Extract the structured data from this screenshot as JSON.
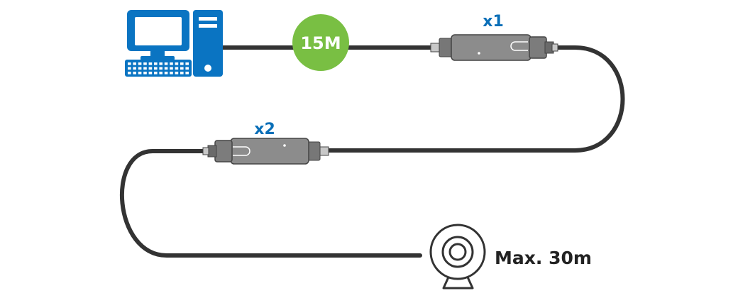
{
  "colors": {
    "icon_blue": "#0a74c2",
    "label_blue": "#0a6fb8",
    "badge_green": "#79bf43",
    "cable": "#333333",
    "extender_body": "#8c8c8c",
    "text_dark": "#222222"
  },
  "icons": {
    "computer": "desktop-computer-icon",
    "camera": "webcam-icon"
  },
  "cable_segment_label": "15M",
  "extenders": [
    {
      "label": "x1"
    },
    {
      "label": "x2"
    }
  ],
  "max_length_label": "Max. 30m"
}
